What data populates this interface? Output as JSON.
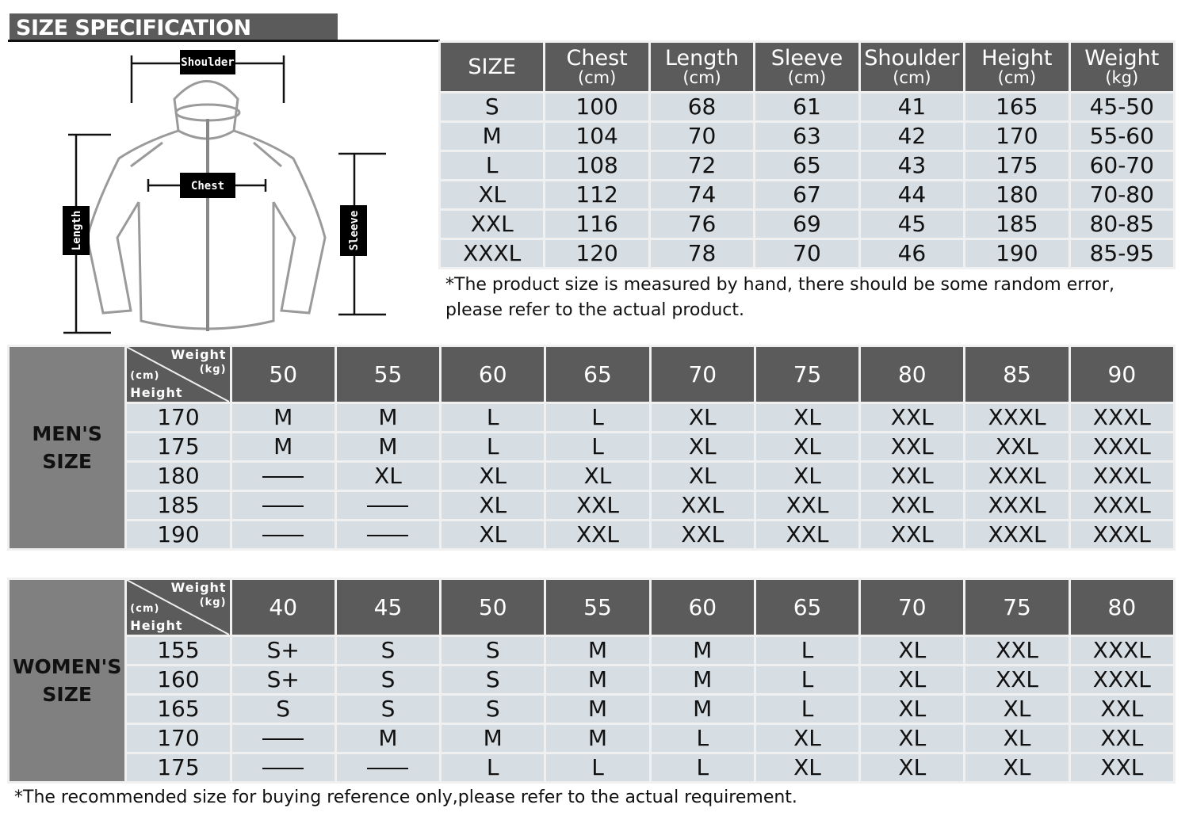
{
  "title": "SIZE SPECIFICATION",
  "diagram": {
    "shoulder": "Shoulder",
    "chest": "Chest",
    "length": "Length",
    "sleeve": "Sleeve"
  },
  "spec": {
    "headers": [
      {
        "label": "SIZE",
        "unit": ""
      },
      {
        "label": "Chest",
        "unit": "(cm)"
      },
      {
        "label": "Length",
        "unit": "(cm)"
      },
      {
        "label": "Sleeve",
        "unit": "(cm)"
      },
      {
        "label": "Shoulder",
        "unit": "(cm)"
      },
      {
        "label": "Height",
        "unit": "(cm)"
      },
      {
        "label": "Weight",
        "unit": "(kg)"
      }
    ],
    "rows": [
      [
        "S",
        "100",
        "68",
        "61",
        "41",
        "165",
        "45-50"
      ],
      [
        "M",
        "104",
        "70",
        "63",
        "42",
        "170",
        "55-60"
      ],
      [
        "L",
        "108",
        "72",
        "65",
        "43",
        "175",
        "60-70"
      ],
      [
        "XL",
        "112",
        "74",
        "67",
        "44",
        "180",
        "70-80"
      ],
      [
        "XXL",
        "116",
        "76",
        "69",
        "45",
        "185",
        "80-85"
      ],
      [
        "XXXL",
        "120",
        "78",
        "70",
        "46",
        "190",
        "85-95"
      ]
    ],
    "note": "*The product size is measured by hand, there should be some random error, please refer to the actual product."
  },
  "corner": {
    "weight": "Weight",
    "kg": "(kg)",
    "cm": "(cm)",
    "height": "Height"
  },
  "men": {
    "label_line1": "MEN'S",
    "label_line2": "SIZE",
    "weights": [
      "50",
      "55",
      "60",
      "65",
      "70",
      "75",
      "80",
      "85",
      "90"
    ],
    "rows": [
      {
        "height": "170",
        "sizes": [
          "M",
          "M",
          "L",
          "L",
          "XL",
          "XL",
          "XXL",
          "XXXL",
          "XXXL"
        ]
      },
      {
        "height": "175",
        "sizes": [
          "M",
          "M",
          "L",
          "L",
          "XL",
          "XL",
          "XXL",
          "XXL",
          "XXXL"
        ]
      },
      {
        "height": "180",
        "sizes": [
          "—",
          "XL",
          "XL",
          "XL",
          "XL",
          "XL",
          "XXL",
          "XXXL",
          "XXXL"
        ]
      },
      {
        "height": "185",
        "sizes": [
          "—",
          "—",
          "XL",
          "XXL",
          "XXL",
          "XXL",
          "XXL",
          "XXXL",
          "XXXL"
        ]
      },
      {
        "height": "190",
        "sizes": [
          "—",
          "—",
          "XL",
          "XXL",
          "XXL",
          "XXL",
          "XXL",
          "XXXL",
          "XXXL"
        ]
      }
    ]
  },
  "women": {
    "label_line1": "WOMEN'S",
    "label_line2": "SIZE",
    "weights": [
      "40",
      "45",
      "50",
      "55",
      "60",
      "65",
      "70",
      "75",
      "80"
    ],
    "rows": [
      {
        "height": "155",
        "sizes": [
          "S+",
          "S",
          "S",
          "M",
          "M",
          "L",
          "XL",
          "XXL",
          "XXXL"
        ]
      },
      {
        "height": "160",
        "sizes": [
          "S+",
          "S",
          "S",
          "M",
          "M",
          "L",
          "XL",
          "XXL",
          "XXXL"
        ]
      },
      {
        "height": "165",
        "sizes": [
          "S",
          "S",
          "S",
          "M",
          "M",
          "L",
          "XL",
          "XL",
          "XXL"
        ]
      },
      {
        "height": "170",
        "sizes": [
          "—",
          "M",
          "M",
          "M",
          "L",
          "XL",
          "XL",
          "XL",
          "XXL"
        ]
      },
      {
        "height": "175",
        "sizes": [
          "—",
          "—",
          "L",
          "L",
          "L",
          "XL",
          "XL",
          "XL",
          "XXL"
        ]
      }
    ]
  },
  "footer_note": "*The recommended size for buying reference only,please refer to the actual requirement."
}
